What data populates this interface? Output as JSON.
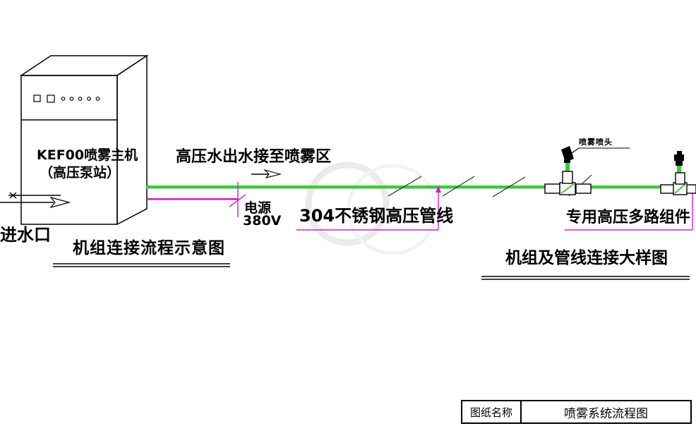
{
  "drawing": {
    "background": "#ffffff",
    "colors": {
      "pipe_green": "#3bcc3b",
      "power_magenta": "#cc22cc",
      "ink_black": "#000000",
      "watermark_gray": "#ebebeb"
    }
  },
  "flow_diagram": {
    "machine_name": "KEF00喷雾主机",
    "machine_subname": "（高压泵站）",
    "inlet_label": "进水口",
    "outlet_label": "高压水出水接至喷雾区",
    "power_label": "电源",
    "power_voltage": "380V",
    "caption": "机组连接流程示意图"
  },
  "detail_diagram": {
    "pipe_label": "304不锈钢高压管线",
    "nozzle_label": "喷雾喷头",
    "manifold_label": "专用高压多路组件",
    "caption": "机组及管线连接大样图"
  },
  "title_block": {
    "field_label": "图纸名称",
    "drawing_title": "喷雾系统流程图"
  }
}
